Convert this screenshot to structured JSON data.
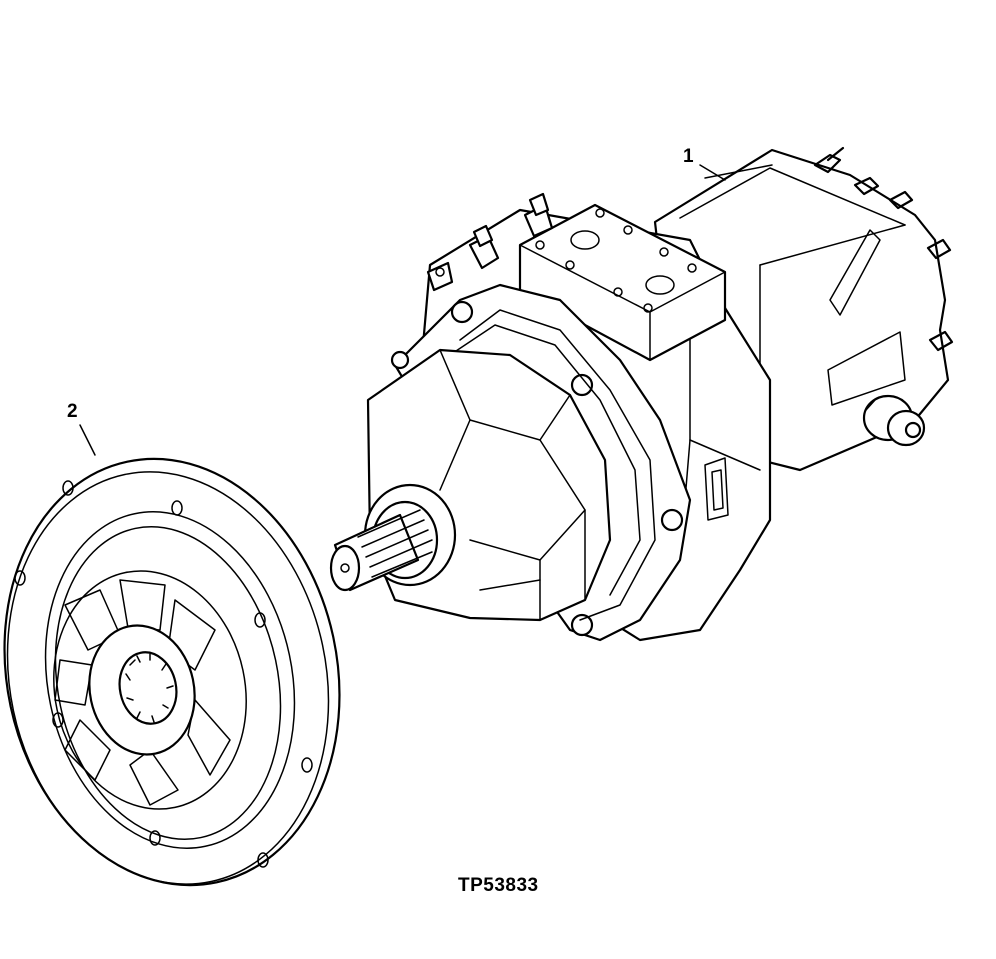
{
  "callouts": [
    {
      "label": "1"
    },
    {
      "label": "2"
    }
  ],
  "figure_id": "TP53833"
}
